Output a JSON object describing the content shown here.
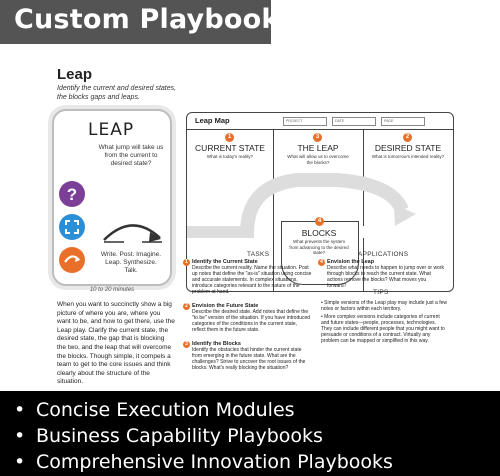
{
  "banner": {
    "title": "Custom Playbooks"
  },
  "leap": {
    "title": "Leap",
    "subtitle": "Identify the current and desired states, the blocks gaps and leaps.",
    "card_title": "LEAP",
    "card_question": "What jump will take us from the current to desired state?",
    "card_footer": "Write. Post. Imagine. Leap. Synthesize. Talk.",
    "minutes": "10 to 20 minutes",
    "intro": "When you want to succinctly show a big picture of where you are, where you want to be, and how to get there, use the Leap play. Clarify the current state, the desired state, the gap that is blocking the two, and the leap that will overcome the blocks. Though simple, it compels a team to get to the core issues and think clearly about the structure of the situation."
  },
  "map": {
    "title": "Leap Map",
    "fields": [
      "PROJECT",
      "DATE",
      "PAGE"
    ],
    "columns": [
      {
        "num": "1",
        "label": "CURRENT STATE",
        "question": "What is today's reality?"
      },
      {
        "num": "3",
        "label": "THE LEAP",
        "question": "What will allow us to overcome the blocks?"
      },
      {
        "num": "2",
        "label": "DESIRED STATE",
        "question": "What is tomorrow's intended reality?"
      }
    ],
    "blocks": {
      "num": "4",
      "label": "BLOCKS",
      "question": "What prevents the system from advancing to the desired state?"
    }
  },
  "tasks": {
    "heading": "TASKS",
    "items": [
      {
        "num": "1",
        "title": "Identify the Current State",
        "body": "Describe the current reality. Name the situation. Post up notes that define the \"as-is\" situation using concise and accurate statements. In complex situations, introduce categories relevant to the nature of the problem at hand."
      },
      {
        "num": "2",
        "title": "Envision the Future State",
        "body": "Describe the desired state. Add notes that define the \"to be\" version of the situation. If you have introduced categories of the conditions in the current state, reflect them in the future state."
      },
      {
        "num": "3",
        "title": "Identify the Blocks",
        "body": "Identify the obstacles that hinder the current state from emerging in the future state. What are the challenges? Strive to uncover the root issues of the blocks. What's really blocking the situation?"
      }
    ]
  },
  "applications": {
    "heading": "APPLICATIONS",
    "items": [
      {
        "num": "4",
        "title": "Envision the Leap",
        "body": "Describe what needs to happen to jump over or work through blocks to reach the current state. What actions remove the blocks? What moves you forward?"
      }
    ]
  },
  "tips": {
    "heading": "TIPS",
    "items": [
      "Simple versions of the Leap play may include just a few notes or factors within each territory.",
      "More complex versions include categories of current and future states—people, processes, technologies. They can include different people that you might want to persuade or conditions of a contract. Virtually any problem can be mapped or simplified in this way."
    ]
  },
  "bullets": {
    "items": [
      "Concise Execution Modules",
      "Business Capability Playbooks",
      "Comprehensive Innovation Playbooks"
    ]
  },
  "colors": {
    "accent_orange": "#e8702a",
    "purple": "#7b3f98",
    "blue": "#2a8fd6",
    "banner": "#545454",
    "bar": "#000000"
  }
}
